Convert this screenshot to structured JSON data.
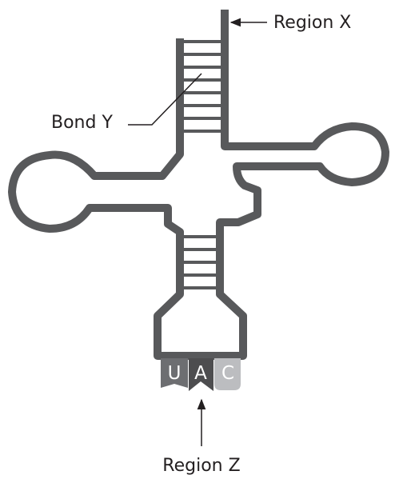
{
  "labels": {
    "region_x": "Region X",
    "bond_y": "Bond Y",
    "region_z": "Region Z"
  },
  "anticodon": [
    {
      "base": "U",
      "color": "#6d6e71"
    },
    {
      "base": "A",
      "color": "#4d4d4f"
    },
    {
      "base": "C",
      "color": "#bcbdc0"
    }
  ],
  "colors": {
    "strand": "#58595b",
    "arrow": "#231f20",
    "text": "#231f20"
  }
}
